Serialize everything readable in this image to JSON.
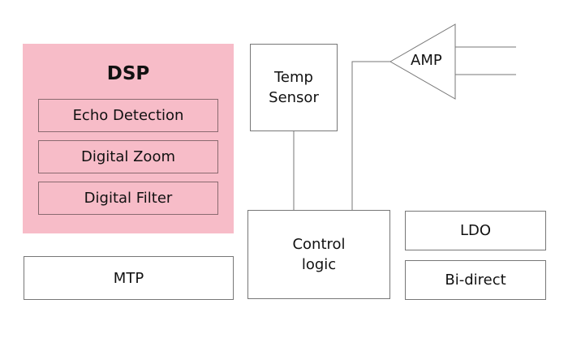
{
  "dsp": {
    "title": "DSP",
    "blocks": [
      "Echo Detection",
      "Digital Zoom",
      "Digital Filter"
    ],
    "color": "#f7bcc8"
  },
  "mtp": "MTP",
  "temp_sensor": "Temp\nSensor",
  "control_logic": "Control\nlogic",
  "amp": "AMP",
  "ldo": "LDO",
  "bidirect": "Bi-direct"
}
